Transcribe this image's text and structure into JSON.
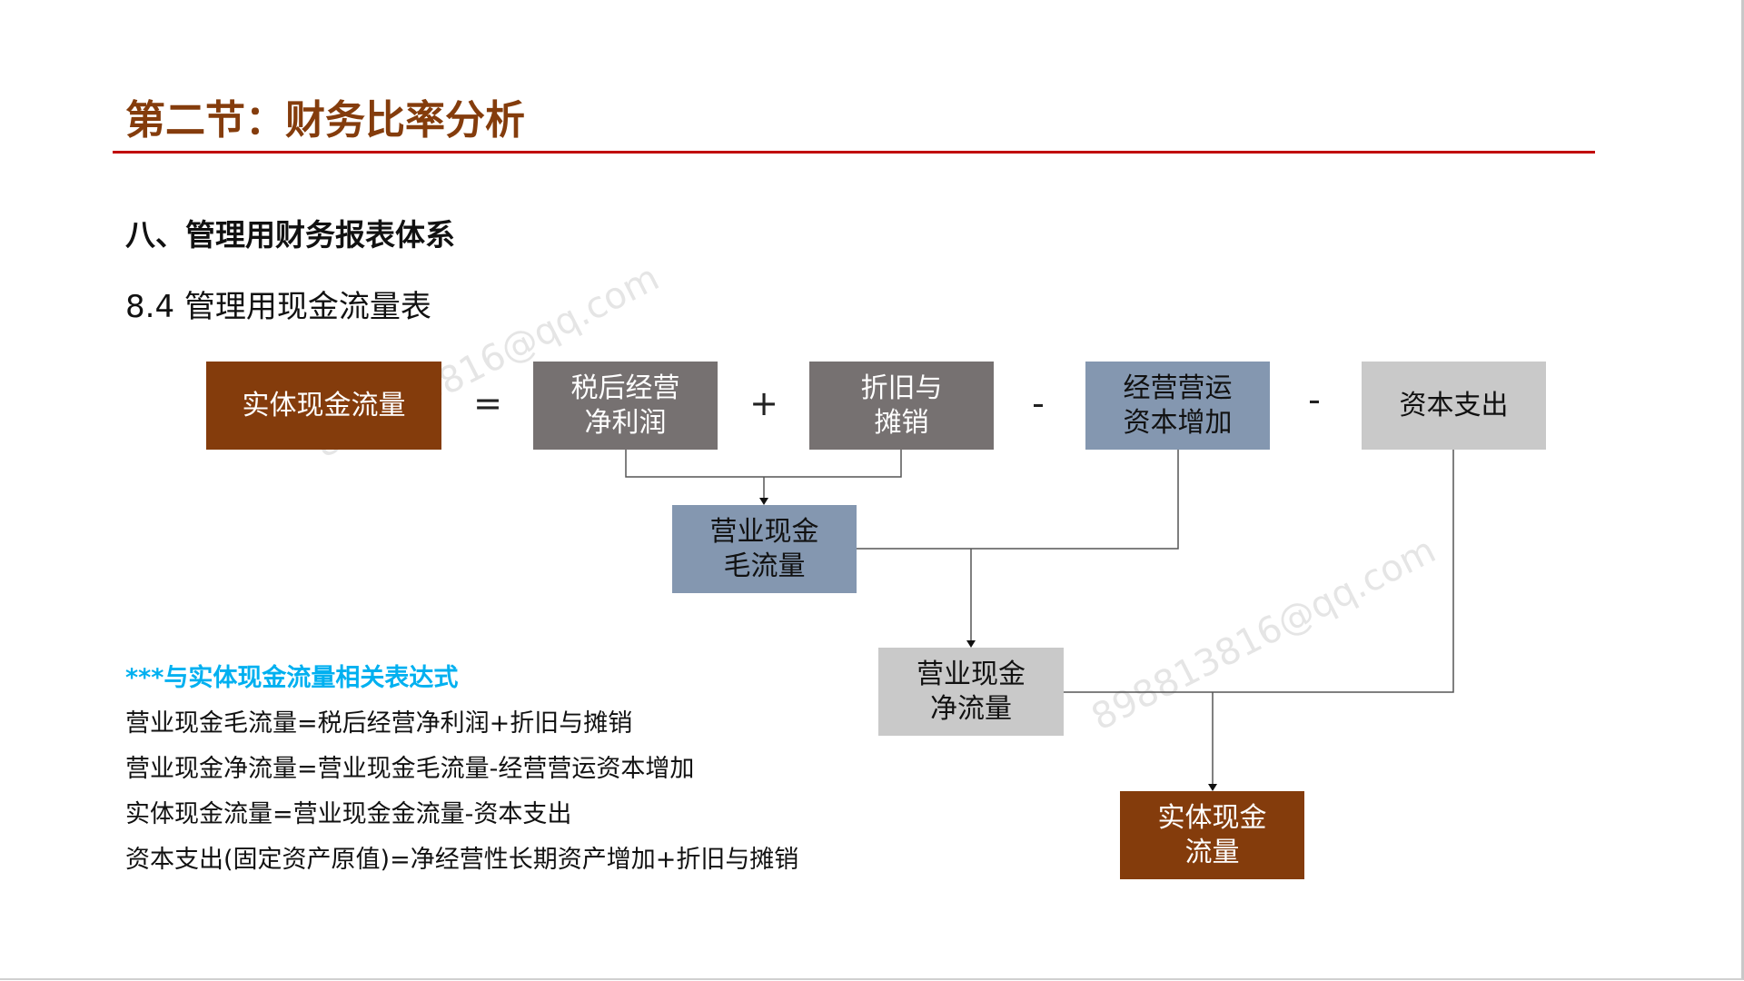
{
  "title": "第二节：财务比率分析",
  "section": "八、管理用财务报表体系",
  "subsection": "8.4 管理用现金流量表",
  "watermark": "898813816@qq.com",
  "diagram": {
    "entity_cf": "实体现金流量",
    "op_eq": "=",
    "net_profit": "税后经营\n净利润",
    "op_plus": "+",
    "depreciation": "折旧与\n摊销",
    "op_minus1": "-",
    "working_capital": "经营营运\n资本增加",
    "op_minus2": "-",
    "capex": "资本支出",
    "gross_op_cf": "营业现金\n毛流量",
    "net_op_cf": "营业现金\n净流量",
    "entity_cf_result": "实体现金\n流量"
  },
  "colors": {
    "brown": "#843c0c",
    "dark_gray": "#767171",
    "blue_gray": "#8497b0",
    "light_gray": "#c9c9c9",
    "accent_blue": "#00b0f0",
    "rule_red": "#c00000"
  },
  "expressions": {
    "heading": "***与实体现金流量相关表达式",
    "lines": [
      "营业现金毛流量=税后经营净利润+折旧与摊销",
      "营业现金净流量=营业现金毛流量-经营营运资本增加",
      "实体现金流量=营业现金金流量-资本支出",
      "资本支出(固定资产原值)=净经营性长期资产增加+折旧与摊销"
    ]
  }
}
